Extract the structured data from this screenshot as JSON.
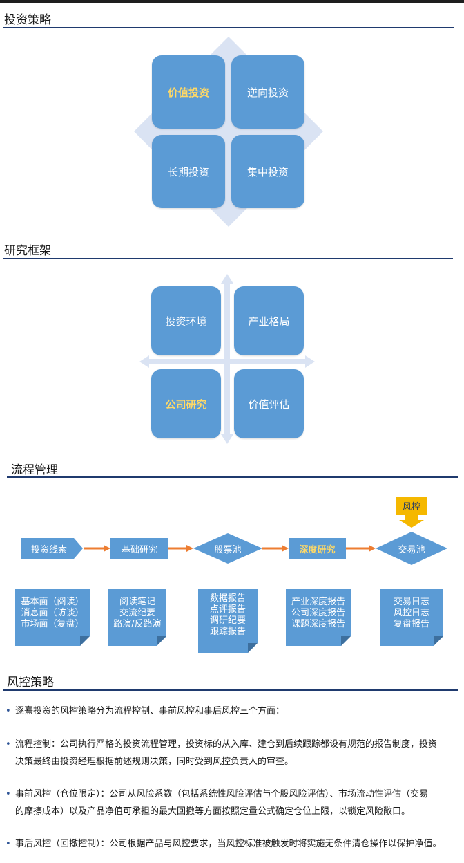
{
  "sections": {
    "strategy": {
      "title": "投资策略"
    },
    "research": {
      "title": "研究框架"
    },
    "process": {
      "title": "流程管理"
    },
    "risk": {
      "title": "风控策略"
    }
  },
  "strategy_tiles": [
    {
      "label": "价值投资",
      "highlight": true
    },
    {
      "label": "逆向投资",
      "highlight": false
    },
    {
      "label": "长期投资",
      "highlight": false
    },
    {
      "label": "集中投资",
      "highlight": false
    }
  ],
  "research_tiles": [
    {
      "label": "投资环境",
      "highlight": false
    },
    {
      "label": "产业格局",
      "highlight": false
    },
    {
      "label": "公司研究",
      "highlight": true
    },
    {
      "label": "价值评估",
      "highlight": false
    }
  ],
  "flow": {
    "steps": [
      {
        "label": "投资线索",
        "shape": "pentagon",
        "highlight": false
      },
      {
        "label": "基础研究",
        "shape": "rect",
        "highlight": false
      },
      {
        "label": "股票池",
        "shape": "diamond",
        "highlight": false
      },
      {
        "label": "深度研究",
        "shape": "rect",
        "highlight": true
      },
      {
        "label": "交易池",
        "shape": "diamond",
        "highlight": false
      }
    ],
    "risk_control_label": "风控",
    "notes": [
      {
        "lines": [
          "基本面（阅读）",
          "消息面（访谈）",
          "市场面（复盘）"
        ]
      },
      {
        "lines": [
          "阅读笔记",
          "交流纪要",
          "路演/反路演"
        ]
      },
      {
        "lines": [
          "数据报告",
          "点评报告",
          "调研纪要",
          "跟踪报告"
        ]
      },
      {
        "lines": [
          "产业深度报告",
          "公司深度报告",
          "课题深度报告"
        ]
      },
      {
        "lines": [
          "交易日志",
          "风控日志",
          "复盘报告"
        ]
      }
    ]
  },
  "risk_bullets": [
    {
      "lines": [
        "逐熹投资的风控策略分为流程控制、事前风控和事后风控三个方面："
      ]
    },
    {
      "lines": [
        "流程控制：公司执行严格的投资流程管理，投资标的从入库、建仓到后续跟踪都设有规范的报告制度，投资",
        "决策最终由投资经理根据前述规则决策，同时受到风控负责人的审查。"
      ]
    },
    {
      "lines": [
        "事前风控（仓位限定）：公司从风险系数（包括系统性风险评估与个股风险评估）、市场流动性评估（交易",
        "的摩擦成本）以及产品净值可承担的最大回撤等方面按照定量公式确定仓位上限，以锁定风险敞口。"
      ]
    },
    {
      "lines": [
        "事后风控（回撤控制）：公司根据产品与风控要求，当风控标准被触发时将实施无条件清仓操作以保护净值。"
      ]
    }
  ],
  "colors": {
    "tile": "#5b9bd5",
    "highlight_text": "#ffd966",
    "arrow": "#ed7d31",
    "rule": "#1f3a6e",
    "backdrop": "#dae3f3",
    "risk_box": "#f5b800"
  }
}
